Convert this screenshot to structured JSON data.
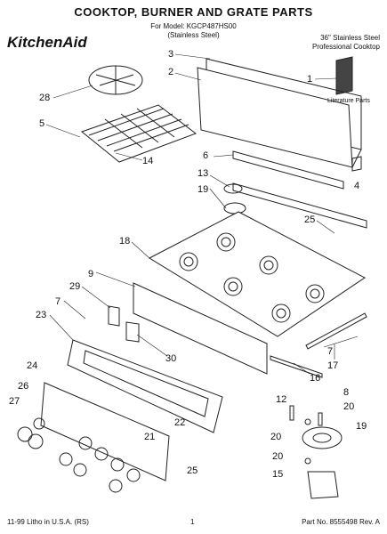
{
  "header": {
    "title": "COOKTOP, BURNER AND GRATE PARTS",
    "model_line1": "For Model: KGCP487HS00",
    "model_line2": "(Stainless Steel)",
    "brand": "KitchenAid",
    "product_line1": "36\" Stainless Steel",
    "product_line2": "Professional Cooktop"
  },
  "literature_label": "Literature Parts",
  "footer": {
    "left": "11-99 Litho in U.S.A. (RS)",
    "center": "1",
    "right": "Part No. 8555498 Rev. A"
  },
  "callouts": {
    "c1": "1",
    "c2": "2",
    "c3": "3",
    "c4": "4",
    "c5": "5",
    "c6": "6",
    "c7a": "7",
    "c7b": "7",
    "c8": "8",
    "c9": "9",
    "c12": "12",
    "c13": "13",
    "c14": "14",
    "c15": "15",
    "c16": "16",
    "c17": "17",
    "c18": "18",
    "c19a": "19",
    "c19b": "19",
    "c20a": "20",
    "c20b": "20",
    "c20c": "20",
    "c21": "21",
    "c22": "22",
    "c23": "23",
    "c24": "24",
    "c25a": "25",
    "c25b": "25",
    "c26": "26",
    "c27": "27",
    "c28": "28",
    "c29": "29",
    "c30": "30"
  }
}
